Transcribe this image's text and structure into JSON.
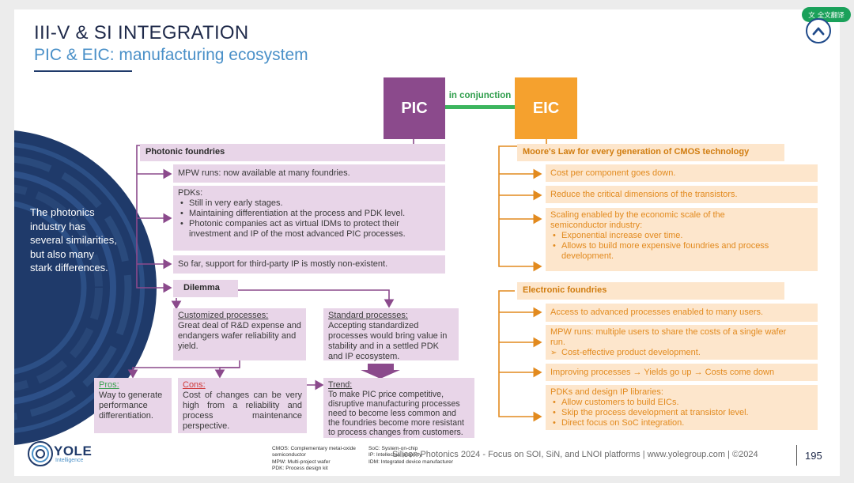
{
  "slide": {
    "title": "III-V & SI INTEGRATION",
    "subtitle": "PIC & EIC: manufacturing ecosystem",
    "left_text": "The photonics industry has several similarities, but also many stark differences."
  },
  "pic": {
    "label": "PIC",
    "connector": "in conjunction",
    "photonic_foundries": {
      "heading": "Photonic foundries",
      "mpw": "MPW runs: now available at many foundries.",
      "pdks_title": "PDKs:",
      "pdks_items": [
        "Still in very early stages.",
        "Maintaining differentiation at the process and PDK level.",
        "Photonic companies act as virtual IDMs to protect their investment and IP of the most advanced PIC processes."
      ],
      "support": "So far, support for third-party IP is mostly non-existent."
    },
    "dilemma": {
      "heading": "Dilemma",
      "customized_title": "Customized processes:",
      "customized_text": "Great deal of R&D expense and endangers wafer reliability and yield.",
      "standard_title": "Standard processes:",
      "standard_text": "Accepting standardized processes would bring value in stability and in a settled PDK and IP ecosystem.",
      "pros_title": "Pros:",
      "pros_text": "Way to generate performance differentiation.",
      "cons_title": "Cons:",
      "cons_text": "Cost of changes can be very high from a reliability and process maintenance perspective.",
      "trend_title": "Trend:",
      "trend_text": "To make PIC price competitive, disruptive manufacturing processes need to become less common and the foundries become more resistant to process changes from customers."
    }
  },
  "eic": {
    "label": "EIC",
    "moores": {
      "heading": "Moore's Law for every generation of CMOS technology",
      "cost": "Cost per component goes down.",
      "reduce": "Reduce the critical dimensions of the transistors.",
      "scaling_title": "Scaling enabled by the economic scale of the semiconductor industry:",
      "scaling_items": [
        "Exponential increase over time.",
        "Allows to build more expensive foundries and process development."
      ]
    },
    "electronic": {
      "heading": "Electronic foundries",
      "access": "Access to advanced processes enabled to many users.",
      "mpw_title": "MPW runs: multiple users to share the costs of a single wafer run.",
      "mpw_item": "Cost-effective product development.",
      "improving": "Improving processes → Yields go up → Costs come down",
      "pdks_title": "PDKs and design IP libraries:",
      "pdks_items": [
        "Allow customers to build EICs.",
        "Skip the process development at transistor level.",
        "Direct focus on SoC integration."
      ]
    }
  },
  "footer": {
    "notes_col1": [
      "CMOS: Complementary metal-oxide",
      "semiconductor",
      "MPW: Multi-project wafer",
      "PDK: Process design kit"
    ],
    "notes_col2": [
      "SoC: System-on-chip",
      "IP: Intellectual property",
      "IDM: Integrated device manufacturer"
    ],
    "main": "Silicon Photonics 2024 - Focus on SOI, SiN, and LNOI platforms | www.yolegroup.com | ©2024",
    "page": "195",
    "logo": "YOLE",
    "logo_sub": "Intelligence"
  },
  "toolbar": {
    "translate_label": "全文翻译"
  },
  "colors": {
    "pic": "#8b4a8c",
    "eic": "#f5a12e",
    "connector": "#3cb55e",
    "navy": "#1f3a6a"
  }
}
